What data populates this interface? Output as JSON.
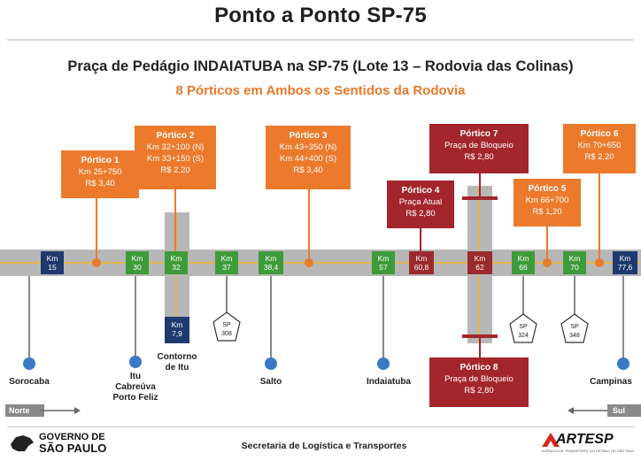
{
  "title": "Ponto a Ponto SP-75",
  "subtitle": "Praça de Pedágio INDAIATUBA na SP-75 (Lote 13 – Rodovia das Colinas)",
  "subtitle2": "8 Pórticos em Ambos os Sentidos da Rodovia",
  "porticos": {
    "p1": {
      "title": "Pórtico 1",
      "l1": "Km 25+750",
      "l2": "R$ 3,40"
    },
    "p2": {
      "title": "Pórtico 2",
      "l1": "Km 32+100 (N)",
      "l2": "Km 33+150 (S)",
      "l3": "R$ 2,20"
    },
    "p3": {
      "title": "Pórtico 3",
      "l1": "Km 43+350 (N)",
      "l2": "Km 44+400 (S)",
      "l3": "R$ 3,40"
    },
    "p4": {
      "title": "Pórtico 4",
      "l1": "Praça Atual",
      "l2": "R$ 2,80"
    },
    "p5": {
      "title": "Pórtico 5",
      "l1": "Km 66+700",
      "l2": "R$ 1,20"
    },
    "p6": {
      "title": "Pórtico 6",
      "l1": "Km 70+650",
      "l2": "R$ 2,20"
    },
    "p7": {
      "title": "Pórtico 7",
      "l1": "Praça de Bloqueio",
      "l2": "R$ 2,80"
    },
    "p8": {
      "title": "Pórtico 8",
      "l1": "Praça de Bloqueio",
      "l2": "R$ 2,80"
    }
  },
  "km": [
    {
      "label": "Km",
      "value": "15",
      "color": "blue"
    },
    {
      "label": "Km",
      "value": "30",
      "color": "green"
    },
    {
      "label": "Km",
      "value": "32",
      "color": "green"
    },
    {
      "label": "Km",
      "value": "37",
      "color": "green"
    },
    {
      "label": "Km",
      "value": "38,4",
      "color": "green"
    },
    {
      "label": "Km",
      "value": "57",
      "color": "green"
    },
    {
      "label": "Km",
      "value": "60,8",
      "color": "red"
    },
    {
      "label": "Km",
      "value": "62",
      "color": "red"
    },
    {
      "label": "Km",
      "value": "66",
      "color": "green"
    },
    {
      "label": "Km",
      "value": "70",
      "color": "green"
    },
    {
      "label": "Km",
      "value": "77,6",
      "color": "blue"
    }
  ],
  "km79": {
    "label": "Km",
    "value": "7,9"
  },
  "sp": [
    {
      "label": "SP",
      "value": "308"
    },
    {
      "label": "SP",
      "value": "324"
    },
    {
      "label": "SP",
      "value": "348"
    }
  ],
  "cities": {
    "sorocaba": "Sorocaba",
    "itu1": "Itu",
    "itu2": "Cabreúva",
    "itu3": "Porto Feliz",
    "contorno1": "Contorno",
    "contorno2": "de Itu",
    "salto": "Salto",
    "indaiatuba": "Indaiatuba",
    "campinas": "Campinas"
  },
  "arrows": {
    "norte": "Norte",
    "sul": "Sul"
  },
  "footer": {
    "gov1": "GOVERNO DE",
    "gov2": "SÃO PAULO",
    "center": "Secretaria de Logística e Transportes",
    "artesp": "ARTESP",
    "artesp_sub": "AGÊNCIA DE TRANSPORTE DO ESTADO DE SÃO PAULO"
  },
  "colors": {
    "orange": "#ec7a2c",
    "red": "#a3262c",
    "green": "#3e9b3a",
    "blue": "#1f3a6e",
    "city": "#3a78c8"
  }
}
